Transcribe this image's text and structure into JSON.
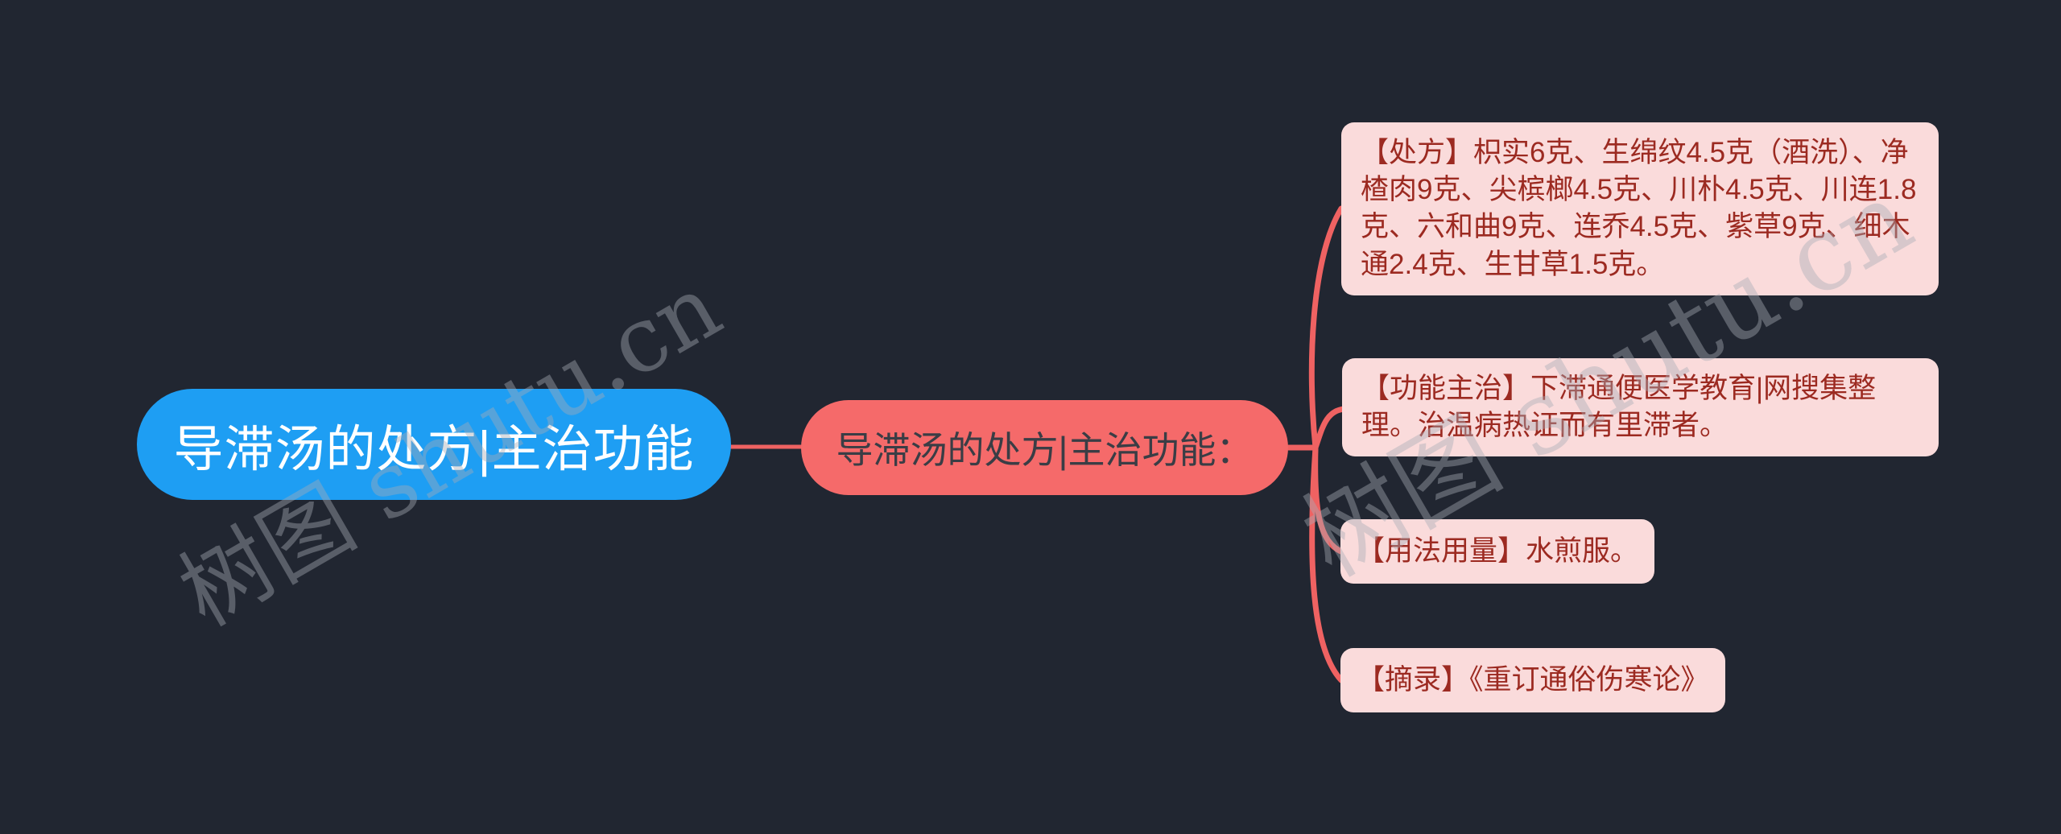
{
  "watermark": {
    "text": "树图 shutu.cn"
  },
  "nodes": {
    "root": {
      "label": "导滞汤的处方|主治功能"
    },
    "central": {
      "label": "导滞汤的处方|主治功能："
    }
  },
  "branches": [
    {
      "name": "prescription",
      "text": "【处方】枳实6克、生绵纹4.5克（酒洗）、净楂肉9克、尖槟榔4.5克、川朴4.5克、川连1.8克、六和曲9克、连乔4.5克、紫草9克、细木通2.4克、生甘草1.5克。"
    },
    {
      "name": "function-indication",
      "text": "【功能主治】下滞通便医学教育|网搜集整理。治温病热证而有里滞者。"
    },
    {
      "name": "usage-dosage",
      "text": "【用法用量】水煎服。"
    },
    {
      "name": "excerpt-source",
      "text": "【摘录】《重订通俗伤寒论》"
    }
  ],
  "colors": {
    "canvas-bg": "#212631",
    "root-node-bg": "#1e9ef3",
    "root-node-text": "#ffffff",
    "central-node-bg": "#f56a6a",
    "central-node-text": "#3a3d45",
    "branch-box-bg": "#fadbdb",
    "branch-box-text": "#9c2a21",
    "connector": "#ef6262",
    "watermark": "rgba(166,171,182,0.42)"
  }
}
